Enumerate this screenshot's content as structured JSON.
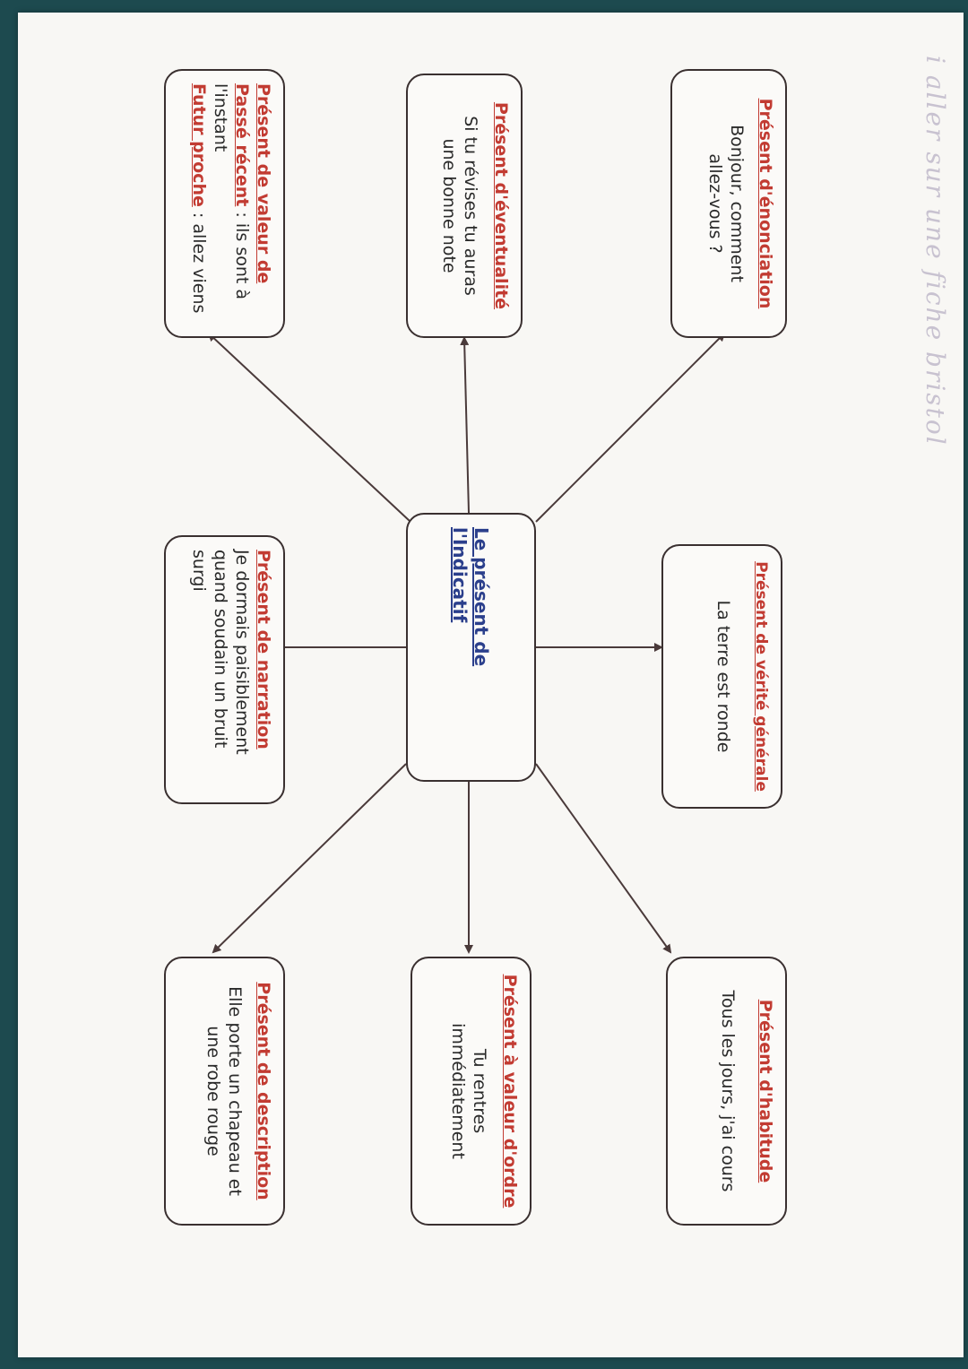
{
  "handwritten_note": "i aller sur une fiche bristol",
  "center": {
    "title": "Le présent de l'Indicatif"
  },
  "boxes": {
    "enonciation": {
      "title": "Présent d'énonciation",
      "lines": [
        "Bonjour, comment",
        "allez-vous ?"
      ]
    },
    "verite": {
      "title": "Présent de vérité générale",
      "lines": [
        "La terre est ronde"
      ]
    },
    "habitude": {
      "title": "Présent d'habitude",
      "lines": [
        "Tous les jours, j'ai cours"
      ]
    },
    "eventualite": {
      "title": "Présent d'éventualité",
      "lines": [
        "Si tu révises tu auras",
        "une bonne note"
      ]
    },
    "ordre": {
      "title": "Présent à valeur d'ordre",
      "lines": [
        "Tu rentres",
        "immédiatement"
      ]
    },
    "valeur": {
      "title_line1": "Présent de valeur de",
      "passe_label": "Passé récent",
      "passe_text": " : ils sont à",
      "passe_text2": "l'instant",
      "futur_label": "Futur proche",
      "futur_text": " : allez viens"
    },
    "narration": {
      "title": "Présent de narration",
      "lines": [
        "Je dormais paisiblement",
        "quand soudain un bruit",
        "surgi"
      ]
    },
    "description": {
      "title": "Présent de description",
      "lines": [
        "Elle porte un chapeau et",
        "une robe rouge"
      ]
    }
  },
  "colors": {
    "title_red": "#c23b32",
    "center_blue": "#2b3f8c",
    "border": "#3a3030",
    "background": "#1d4a4f"
  }
}
